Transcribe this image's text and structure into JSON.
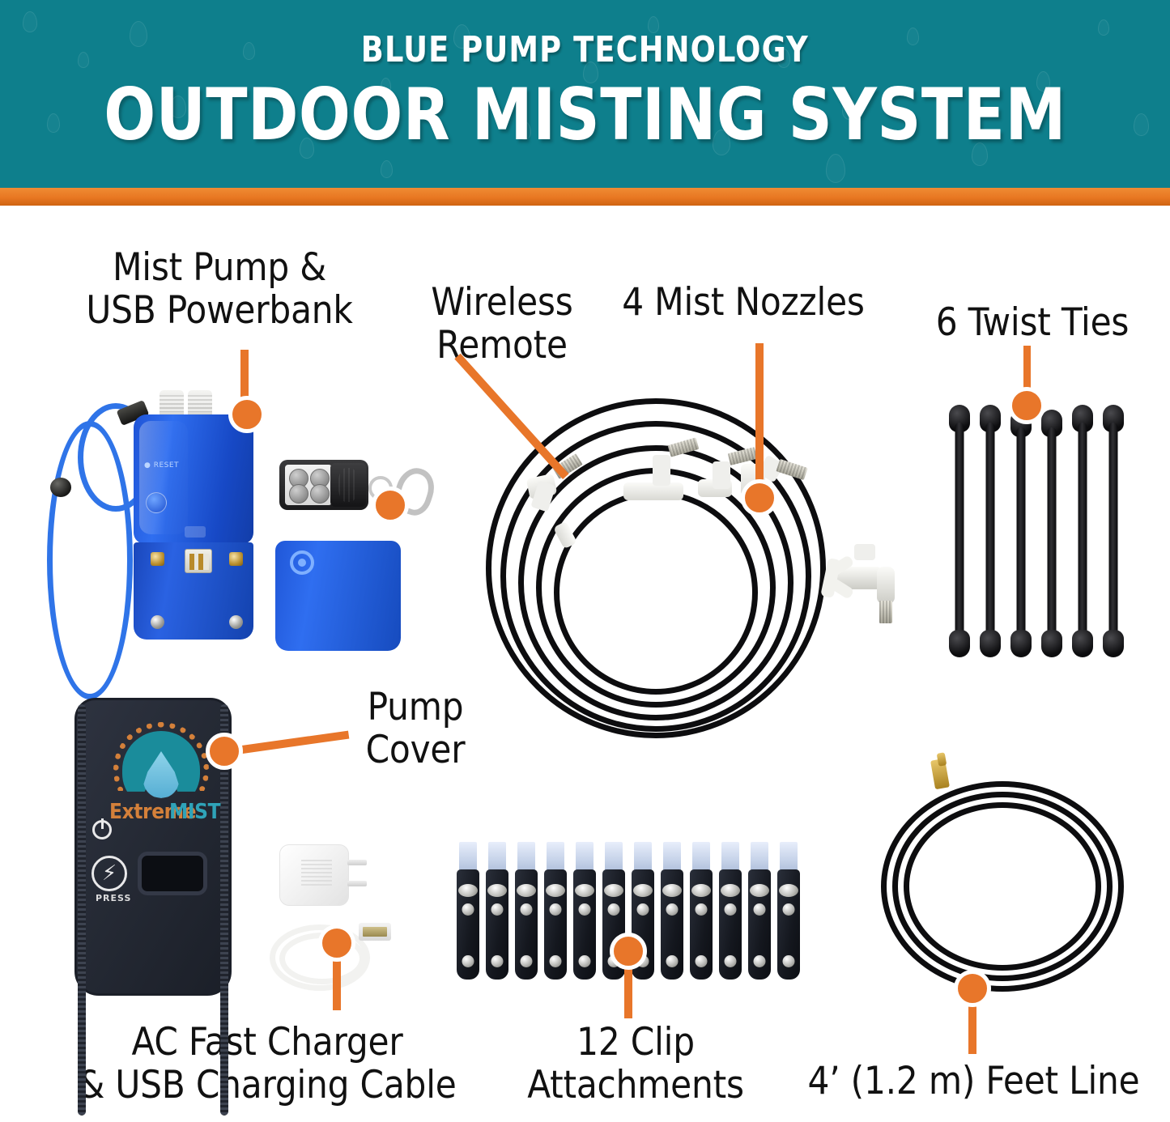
{
  "header": {
    "eyebrow": "BLUE PUMP TECHNOLOGY",
    "title": "OUTDOOR MISTING SYSTEM",
    "bg_color": "#0e7f8c",
    "accent_bar_color": "#e87722"
  },
  "theme": {
    "accent": "#e8762a",
    "teal": "#0e7f8c",
    "background": "#ffffff",
    "label_color": "#111111",
    "pump_blue": "#2f6ef0"
  },
  "labels": {
    "pump": "Mist Pump &\nUSB Powerbank",
    "remote": "Wireless\nRemote",
    "nozzles": "4 Mist Nozzles",
    "twist_ties": "6 Twist Ties",
    "pump_cover": "Pump\nCover",
    "charger": "AC Fast Charger\n& USB Charging Cable",
    "clips": "12 Clip\nAttachments",
    "feet_line": "4’ (1.2 m) Feet Line"
  },
  "logo": {
    "brand_part1": "Extreme",
    "brand_part2": "MIST",
    "brand_part1_color": "#d4803a",
    "brand_part2_color": "#2fa3b8",
    "press_label": "PRESS"
  },
  "counts": {
    "twist_ties": 6,
    "clip_attachments": 12,
    "mist_nozzles": 4
  }
}
